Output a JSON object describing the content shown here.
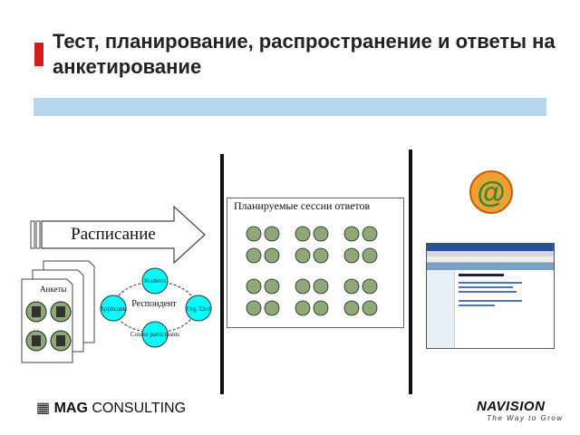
{
  "slide": {
    "title": "Тест, планирование, распространение и ответы на анкетирование",
    "accent_color": "#d31b1b",
    "band_color": "#b6d6ee"
  },
  "schedule": {
    "label": "Расписание"
  },
  "sessions": {
    "label": "Планируемые сессии ответов",
    "groups": 6
  },
  "questionnaires": {
    "label": "Анкеты"
  },
  "respondent": {
    "center_label": "Респондент",
    "nodes": [
      "Students",
      "Applicants",
      "Org. Unit",
      "Course participants"
    ],
    "node_color": "#00ffff"
  },
  "logos": {
    "left_brand": "MAG",
    "left_suffix": "CONSULTING",
    "right_brand": "NAVISION",
    "right_tagline": "The Way to Grow"
  }
}
